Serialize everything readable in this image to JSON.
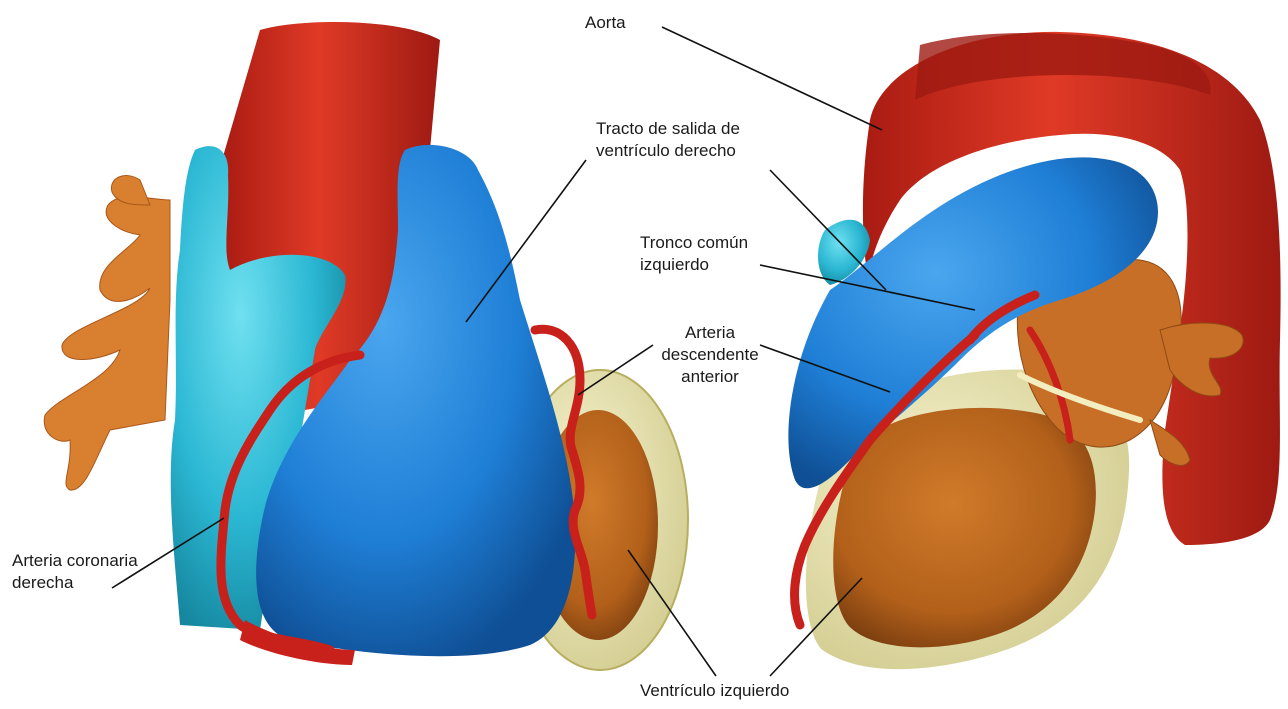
{
  "colors": {
    "aorta": "#d62a1c",
    "aorta_dark": "#9e1a12",
    "right_ventricle": "#1f7fd6",
    "right_atrium": "#2bb7d3",
    "left_ventricle": "#b8641a",
    "pericardium": "#e8e3a3",
    "vessels": "#d98030",
    "coronary": "#c8201a"
  },
  "labels": {
    "aorta": "Aorta",
    "rvot_line1": "Tracto de salida de",
    "rvot_line2": "ventrículo derecho",
    "left_main_line1": "Tronco común",
    "left_main_line2": "izquierdo",
    "lad_line1": "Arteria",
    "lad_line2": "descendente",
    "lad_line3": "anterior",
    "rca_line1": "Arteria coronaria",
    "rca_line2": "derecha",
    "lv": "Ventrículo izquierdo"
  }
}
